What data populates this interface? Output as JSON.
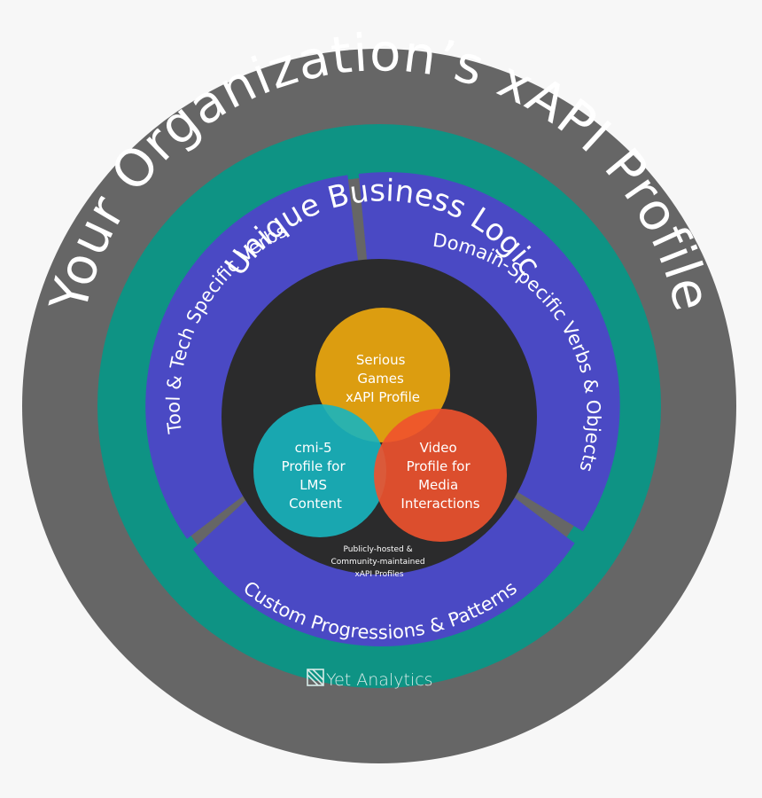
{
  "rings": {
    "outer": {
      "label": "Your Organization’s xAPI Profile",
      "color": "#666666"
    },
    "business": {
      "label": "Unique Business Logic",
      "color": "#0e9384"
    },
    "segments": [
      {
        "id": "tool",
        "label": "Tool & Tech Specific Verbs",
        "color": "#4a49c4"
      },
      {
        "id": "domain",
        "label": "Domain-Specific Verbs & Objects",
        "color": "#4a49c4"
      },
      {
        "id": "custom",
        "label": "Custom Progressions & Patterns",
        "color": "#4a49c4"
      }
    ],
    "core": {
      "color": "#2b2b2c"
    }
  },
  "profiles": [
    {
      "id": "serious-games",
      "lines": [
        "Serious",
        "Games",
        "xAPI Profile"
      ],
      "color": "#e8a50f"
    },
    {
      "id": "cmi5",
      "lines": [
        "cmi-5",
        "Profile for",
        "LMS",
        "Content"
      ],
      "color": "#17b5bf"
    },
    {
      "id": "video",
      "lines": [
        "Video",
        "Profile for",
        "Media",
        "Interactions"
      ],
      "color": "#f0522d"
    }
  ],
  "core_caption": [
    "Publicly-hosted &",
    "Community-maintained",
    "xAPI Profiles"
  ],
  "brand": {
    "name": "Yet Analytics"
  }
}
